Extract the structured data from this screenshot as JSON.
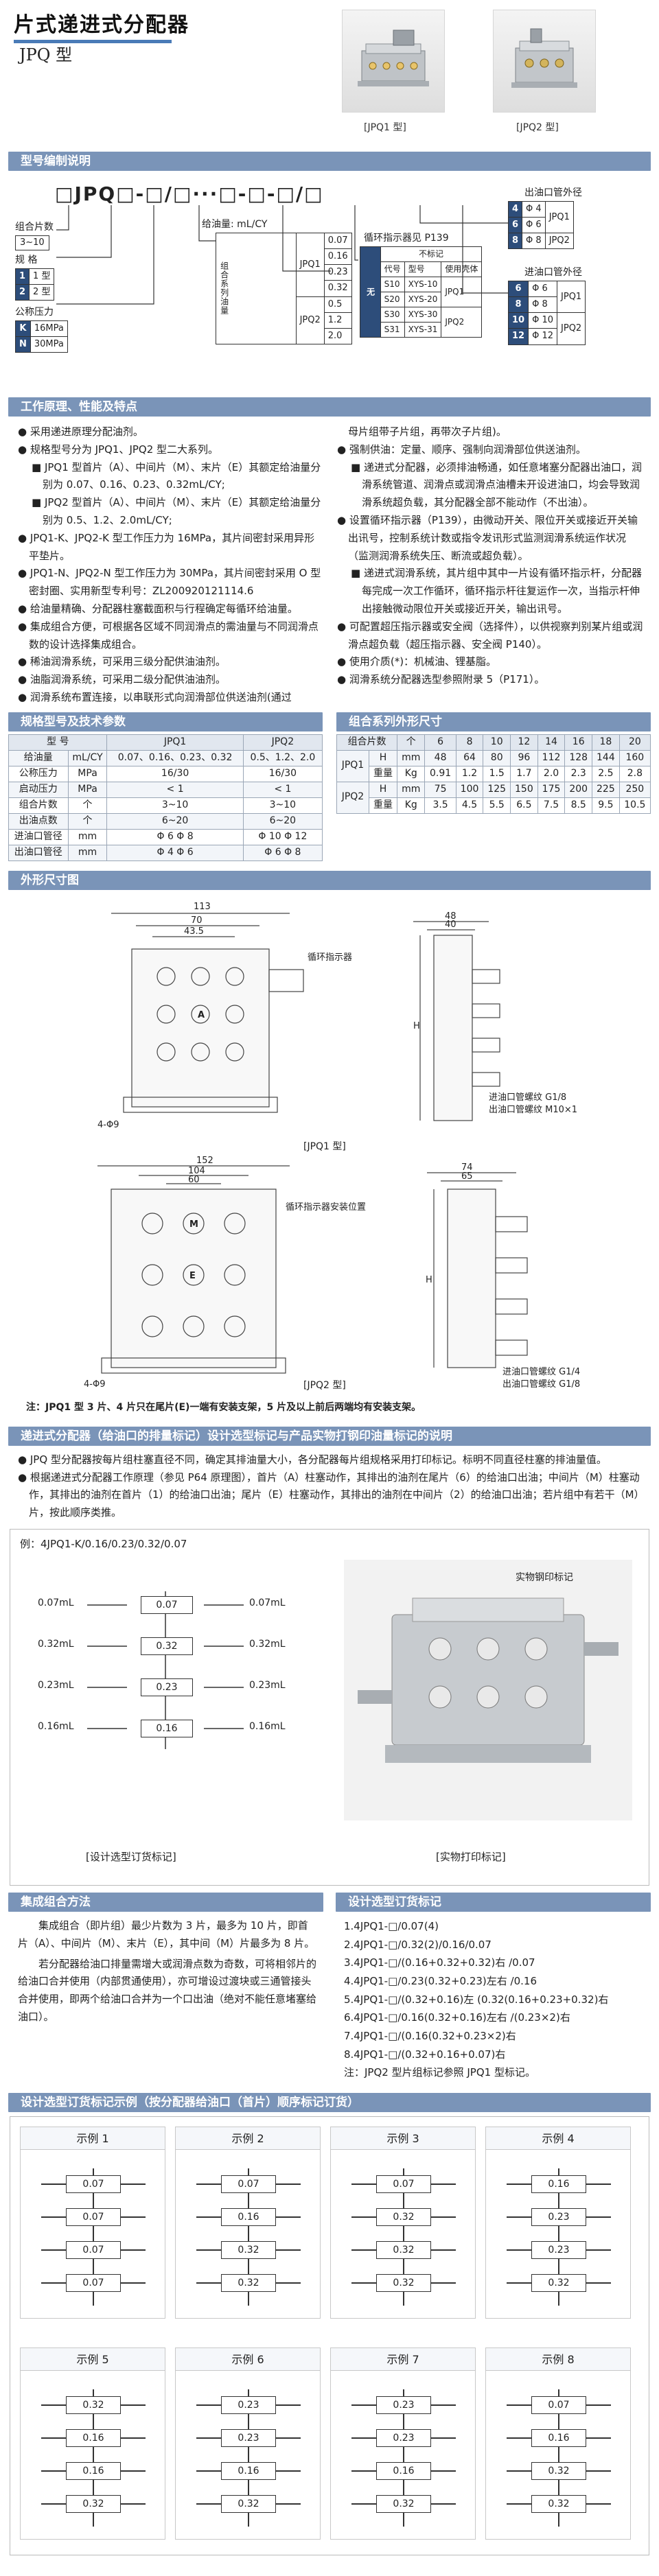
{
  "header": {
    "title": "片式递进式分配器",
    "subtitle": "JPQ 型",
    "photo1_caption": "[JPQ1 型]",
    "photo2_caption": "[JPQ2 型]"
  },
  "sections": {
    "model_code": "型号编制说明",
    "principle": "工作原理、性能及特点",
    "specs": "规格型号及技术参数",
    "dims_table": "组合系列外形尺寸",
    "outline": "外形尺寸图",
    "marking": "递进式分配器（给油口的排量标记）设计选型标记与产品实物打钢印油量标记的说明",
    "combo": "集成组合方法",
    "ordering": "设计选型订货标记",
    "examples": "设计选型订货标记示例（按分配器给油口（首片）顺序标记订货）"
  },
  "model": {
    "code": "□JPQ□-□/□···□-□-□/□",
    "count_label": "组合片数",
    "count_range": "3~10",
    "spec_label": "规  格",
    "spec_rows": [
      [
        "1",
        "1 型"
      ],
      [
        "2",
        "2 型"
      ]
    ],
    "pressure_label": "公称压力",
    "pressure_rows": [
      [
        "K",
        "16MPa"
      ],
      [
        "N",
        "30MPa"
      ]
    ],
    "dose_label": "给油量: mL/CY",
    "dose_side": "组合系列油量",
    "dose_groups": [
      {
        "name": "JPQ1",
        "values": [
          "0.07",
          "0.16",
          "0.23",
          "0.32"
        ]
      },
      {
        "name": "JPQ2",
        "values": [
          "0.5",
          "1.2",
          "2.0"
        ]
      }
    ],
    "indicator_label": "循环指示器见 P139",
    "indicator_side": "无",
    "indicator_head": [
      "代号",
      "型号",
      "使用壳体"
    ],
    "indicator_note": "不标记",
    "indicator_rows": [
      [
        "S10",
        "XYS-10",
        ""
      ],
      [
        "S20",
        "XYS-20",
        "JPQ1"
      ],
      [
        "S30",
        "XYS-30",
        "JPQ2"
      ],
      [
        "S31",
        "XYS-31",
        ""
      ]
    ],
    "outlet_label": "出油口管外径",
    "outlet_rows": [
      [
        "4",
        "Φ 4",
        "JPQ1"
      ],
      [
        "6",
        "Φ 6",
        ""
      ],
      [
        "8",
        "Φ 8",
        "JPQ2"
      ]
    ],
    "inlet_label": "进油口管外径",
    "inlet_rows": [
      [
        "6",
        "Φ 6",
        ""
      ],
      [
        "8",
        "Φ 8",
        "JPQ1"
      ],
      [
        "10",
        "Φ 10",
        ""
      ],
      [
        "12",
        "Φ 12",
        "JPQ2"
      ]
    ]
  },
  "principle": {
    "left": [
      {
        "t": "bul",
        "s": "● 采用递进原理分配油剂。"
      },
      {
        "t": "bul",
        "s": "● 规格型号分为 JPQ1、JPQ2 型二大系列。"
      },
      {
        "t": "sub",
        "s": "■ JPQ1 型首片（A）、中间片（M）、末片（E）其额定给油量分别为 0.07、0.16、0.23、0.32mL/CY;"
      },
      {
        "t": "sub",
        "s": "■ JPQ2 型首片（A）、中间片（M）、末片（E）其额定给油量分别为 0.5、1.2、2.0mL/CY;"
      },
      {
        "t": "bul",
        "s": "● JPQ1-K、JPQ2-K 型工作压力为 16MPa，其片间密封采用异形平垫片。"
      },
      {
        "t": "bul",
        "s": "● JPQ1-N、JPQ2-N 型工作压力为 30MPa，其片间密封采用 O 型密封圈、实用新型专利号：ZL200920121114.6"
      },
      {
        "t": "bul",
        "s": "● 给油量精确、分配器柱塞截面积与行程确定每循环给油量。"
      },
      {
        "t": "bul",
        "s": "● 集成组合方便，可根据各区域不同润滑点的需油量与不同润滑点数的设计选择集成组合。"
      },
      {
        "t": "bul",
        "s": "● 稀油润滑系统，可采用三级分配供油油剂。"
      },
      {
        "t": "bul",
        "s": "● 油脂润滑系统，可采用二级分配供油油剂。"
      },
      {
        "t": "bul",
        "s": "● 润滑系统布置连接，以串联形式向润滑部位供送油剂(通过"
      }
    ],
    "right": [
      {
        "t": "plain",
        "s": "母片组带子片组，再带次子片组)。"
      },
      {
        "t": "bul",
        "s": "● 强制供油：定量、顺序、强制向润滑部位供送油剂。"
      },
      {
        "t": "sub",
        "s": "■ 递进式分配器，必须排油畅通，如任意堵塞分配器出油口，润滑系统管道、润滑点或润滑点油槽未开设进油口，均会导致润滑系统超负载，其分配器全部不能动作（不出油）。"
      },
      {
        "t": "bul",
        "s": "● 设置循环指示器（P139），由微动开关、限位开关或接近开关输出讯号，控制系统计数或指令发讯形式监测润滑系统运作状况（监测润滑系统失压、断流或超负载）。"
      },
      {
        "t": "sub",
        "s": "■ 递进式润滑系统，其片组中其中一片设有循环指示杆，分配器每完成一次工作循环，循环指示杆往复运作一次，当指示杆伸出接触微动限位开关或接近开关，输出讯号。"
      },
      {
        "t": "bul",
        "s": "● 可配置超压指示器或安全阀（选择件），以供视察判别某片组或润滑点超负载（超压指示器、安全阀 P140）。"
      },
      {
        "t": "bul",
        "s": "● 使用介质(*)：机械油、锂基脂。"
      },
      {
        "t": "bul",
        "s": "● 润滑系统分配器选型参照附录 5（P171）。"
      }
    ]
  },
  "spec_table": {
    "head": [
      "型  号",
      "",
      "JPQ1",
      "JPQ2"
    ],
    "rows": [
      [
        "给油量",
        "mL/CY",
        "0.07、0.16、0.23、0.32",
        "0.5、1.2、2.0"
      ],
      [
        "公称压力",
        "MPa",
        "16/30",
        "16/30"
      ],
      [
        "启动压力",
        "MPa",
        "< 1",
        "< 1"
      ],
      [
        "组合片数",
        "个",
        "3~10",
        "3~10"
      ],
      [
        "出油点数",
        "个",
        "6~20",
        "6~20"
      ],
      [
        "进油口管径",
        "mm",
        "Φ 6    Φ 8",
        "Φ 10    Φ 12"
      ],
      [
        "出油口管径",
        "mm",
        "Φ 4    Φ 6",
        "Φ 6    Φ 8"
      ]
    ]
  },
  "dims_table": {
    "head": [
      "组合片数",
      "个",
      "6",
      "8",
      "10",
      "12",
      "14",
      "16",
      "18",
      "20"
    ],
    "rows": [
      [
        "JPQ1",
        "H",
        "mm",
        "48",
        "64",
        "80",
        "96",
        "112",
        "128",
        "144",
        "160"
      ],
      [
        "",
        "重量",
        "Kg",
        "0.91",
        "1.2",
        "1.5",
        "1.7",
        "2.0",
        "2.3",
        "2.5",
        "2.8"
      ],
      [
        "JPQ2",
        "H",
        "mm",
        "75",
        "100",
        "125",
        "150",
        "175",
        "200",
        "225",
        "250"
      ],
      [
        "",
        "重量",
        "Kg",
        "3.5",
        "4.5",
        "5.5",
        "6.5",
        "7.5",
        "8.5",
        "9.5",
        "10.5"
      ]
    ]
  },
  "outline": {
    "jpq1_caption": "[JPQ1 型]",
    "jpq2_caption": "[JPQ2 型]",
    "dim_113": "113",
    "dim_70": "70",
    "dim_43_5": "43.5",
    "dim_48": "48",
    "dim_40": "40",
    "dim_4_9": "4-Φ9",
    "dim_152": "152",
    "dim_104": "104",
    "dim_60": "60",
    "dim_74": "74",
    "dim_65": "65",
    "dim_4_9b": "4-Φ9",
    "label_ind": "循环指示器",
    "label_in": "进油口管螺纹 G1/8",
    "label_out": "出油口管螺纹 M10×1",
    "label_ind2": "循环指示器安装位置",
    "label_in2": "进油口管螺纹 G1/4",
    "label_out2": "出油口管螺纹 G1/8",
    "letter_a": "A",
    "letter_m": "M",
    "letter_e": "E",
    "H": "H",
    "note": "注：JPQ1 型 3 片、4 片只在尾片(E)一端有安装支架，5 片及以上前后两端均有安装支架。"
  },
  "marking": {
    "p1": "● JPQ 型分配器按每片组柱塞直径不同，确定其排油量大小，各分配器每片组规格采用打印标记。标明不同直径柱塞的排油量值。",
    "p2": "● 根据递进式分配器工作原理（参见 P64 原理图），首片（A）柱塞动作，其排出的油剂在尾片（6）的给油口出油；中间片（M）柱塞动作，其排出的油剂在首片（1）的给油口出油；尾片（E）柱塞动作，其排出的油剂在中间片（2）的给油口出油；若片组中有若干（M）片，按此顺序类推。",
    "example": "例：4JPQ1-K/0.16/0.23/0.32/0.07",
    "left_labels": [
      "0.07mL",
      "0.32mL",
      "0.23mL",
      "0.16mL"
    ],
    "box_values": [
      "0.07",
      "0.32",
      "0.23",
      "0.16"
    ],
    "right_labels": [
      "0.07mL",
      "0.32mL",
      "0.23mL",
      "0.16mL"
    ],
    "photo_label": "实物钢印标记",
    "cap_left": "[设计选型订货标记]",
    "cap_right": "[实物打印标记]"
  },
  "combo": {
    "p1": "集成组合（即片组）最少片数为 3 片，最多为 10 片，即首片（A）、中间片（M）、末片（E），其中间（M）片最多为 8 片。",
    "p2": "若分配器给油口排量需增大或润滑点数为奇数，可将相邻片的给油口合并使用（内部贯通使用），亦可增设过渡块或三通管接头合并使用，即两个给油口合并为一个口出油（绝对不能任意堵塞给油口）。"
  },
  "ordering": [
    "1.4JPQ1-□/0.07(4)",
    "2.4JPQ1-□/0.32(2)/0.16/0.07",
    "3.4JPQ1-□/(0.16+0.32+0.32)右 /0.07",
    "4.4JPQ1-□/0.23(0.32+0.23)左右 /0.16",
    "5.4JPQ1-□/(0.32+0.16)左 (0.32(0.16+0.23+0.32)右",
    "6.4JPQ1-□/0.16(0.32+0.16)左右 /(0.23×2)右",
    "7.4JPQ1-□/(0.16(0.32+0.23×2)右",
    "8.4JPQ1-□/(0.32+0.16+0.07)右",
    "注：JPQ2 型片组标记参照 JPQ1 型标记。"
  ],
  "examples": [
    {
      "label": "示例 1",
      "values": [
        "0.07",
        "0.07",
        "0.07",
        "0.07"
      ]
    },
    {
      "label": "示例 2",
      "values": [
        "0.07",
        "0.16",
        "0.32",
        "0.32"
      ]
    },
    {
      "label": "示例 3",
      "values": [
        "0.07",
        "0.32",
        "0.32",
        "0.32"
      ]
    },
    {
      "label": "示例 4",
      "values": [
        "0.16",
        "0.23",
        "0.23",
        "0.32"
      ]
    },
    {
      "label": "示例 5",
      "values": [
        "0.32",
        "0.16",
        "0.16",
        "0.32"
      ]
    },
    {
      "label": "示例 6",
      "values": [
        "0.23",
        "0.23",
        "0.16",
        "0.32"
      ]
    },
    {
      "label": "示例 7",
      "values": [
        "0.23",
        "0.23",
        "0.16",
        "0.32"
      ]
    },
    {
      "label": "示例 8",
      "values": [
        "0.07",
        "0.16",
        "0.32",
        "0.32"
      ]
    }
  ]
}
